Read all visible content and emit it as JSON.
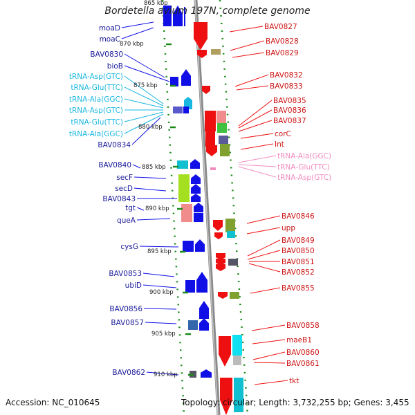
{
  "header": {
    "title": "Bordetella avium 197N, complete genome",
    "top_tick_label": "865 kbp"
  },
  "footer": {
    "accession": "Accession: NC_010645",
    "summary": "Topology: circular; Length: 3,732,255 bp; Genes: 3,455"
  },
  "colors": {
    "left_gene": "#1010e6",
    "right_gene": "#ee1010",
    "rna_left": "#1ab7e0",
    "rna_right": "#f08cc0",
    "tick": "#1a8a1a",
    "backbone": "#888888"
  },
  "ticks": [
    "870 kbp",
    "875 kbp",
    "880 kbp",
    "885 kbp",
    "890 kbp",
    "895 kbp",
    "900 kbp",
    "905 kbp",
    "910 kbp"
  ],
  "left_labels": [
    {
      "text": "moaD",
      "type": "gene"
    },
    {
      "text": "moaC",
      "type": "gene"
    },
    {
      "text": "BAV0830",
      "type": "gene"
    },
    {
      "text": "bioB",
      "type": "gene"
    },
    {
      "text": "tRNA-Asp(GTC)",
      "type": "rna"
    },
    {
      "text": "tRNA-Glu(TTC)",
      "type": "rna"
    },
    {
      "text": "tRNA-Ala(GGC)",
      "type": "rna"
    },
    {
      "text": "tRNA-Asp(GTC)",
      "type": "rna"
    },
    {
      "text": "tRNA-Glu(TTC)",
      "type": "rna"
    },
    {
      "text": "tRNA-Ala(GGC)",
      "type": "rna"
    },
    {
      "text": "BAV0834",
      "type": "gene"
    },
    {
      "text": "BAV0840",
      "type": "gene"
    },
    {
      "text": "secF",
      "type": "gene"
    },
    {
      "text": "secD",
      "type": "gene"
    },
    {
      "text": "BAV0843",
      "type": "gene"
    },
    {
      "text": "tgt",
      "type": "gene"
    },
    {
      "text": "queA",
      "type": "gene"
    },
    {
      "text": "cysG",
      "type": "gene"
    },
    {
      "text": "BAV0853",
      "type": "gene"
    },
    {
      "text": "ubiD",
      "type": "gene"
    },
    {
      "text": "BAV0856",
      "type": "gene"
    },
    {
      "text": "BAV0857",
      "type": "gene"
    },
    {
      "text": "BAV0862",
      "type": "gene"
    }
  ],
  "right_labels": [
    {
      "text": "BAV0827",
      "type": "gene"
    },
    {
      "text": "BAV0828",
      "type": "gene"
    },
    {
      "text": "BAV0829",
      "type": "gene"
    },
    {
      "text": "BAV0832",
      "type": "gene"
    },
    {
      "text": "BAV0833",
      "type": "gene"
    },
    {
      "text": "BAV0835",
      "type": "gene"
    },
    {
      "text": "BAV0836",
      "type": "gene"
    },
    {
      "text": "BAV0837",
      "type": "gene"
    },
    {
      "text": "corC",
      "type": "gene"
    },
    {
      "text": "Int",
      "type": "gene"
    },
    {
      "text": "tRNA-Ala(GGC)",
      "type": "rna"
    },
    {
      "text": "tRNA-Glu(TTC)",
      "type": "rna"
    },
    {
      "text": "tRNA-Asp(GTC)",
      "type": "rna"
    },
    {
      "text": "BAV0846",
      "type": "gene"
    },
    {
      "text": "upp",
      "type": "gene"
    },
    {
      "text": "BAV0849",
      "type": "gene"
    },
    {
      "text": "BAV0850",
      "type": "gene"
    },
    {
      "text": "BAV0851",
      "type": "gene"
    },
    {
      "text": "BAV0852",
      "type": "gene"
    },
    {
      "text": "BAV0855",
      "type": "gene"
    },
    {
      "text": "BAV0858",
      "type": "gene"
    },
    {
      "text": "maeB1",
      "type": "gene"
    },
    {
      "text": "BAV0860",
      "type": "gene"
    },
    {
      "text": "BAV0861",
      "type": "gene"
    },
    {
      "text": "tkt",
      "type": "gene"
    }
  ]
}
